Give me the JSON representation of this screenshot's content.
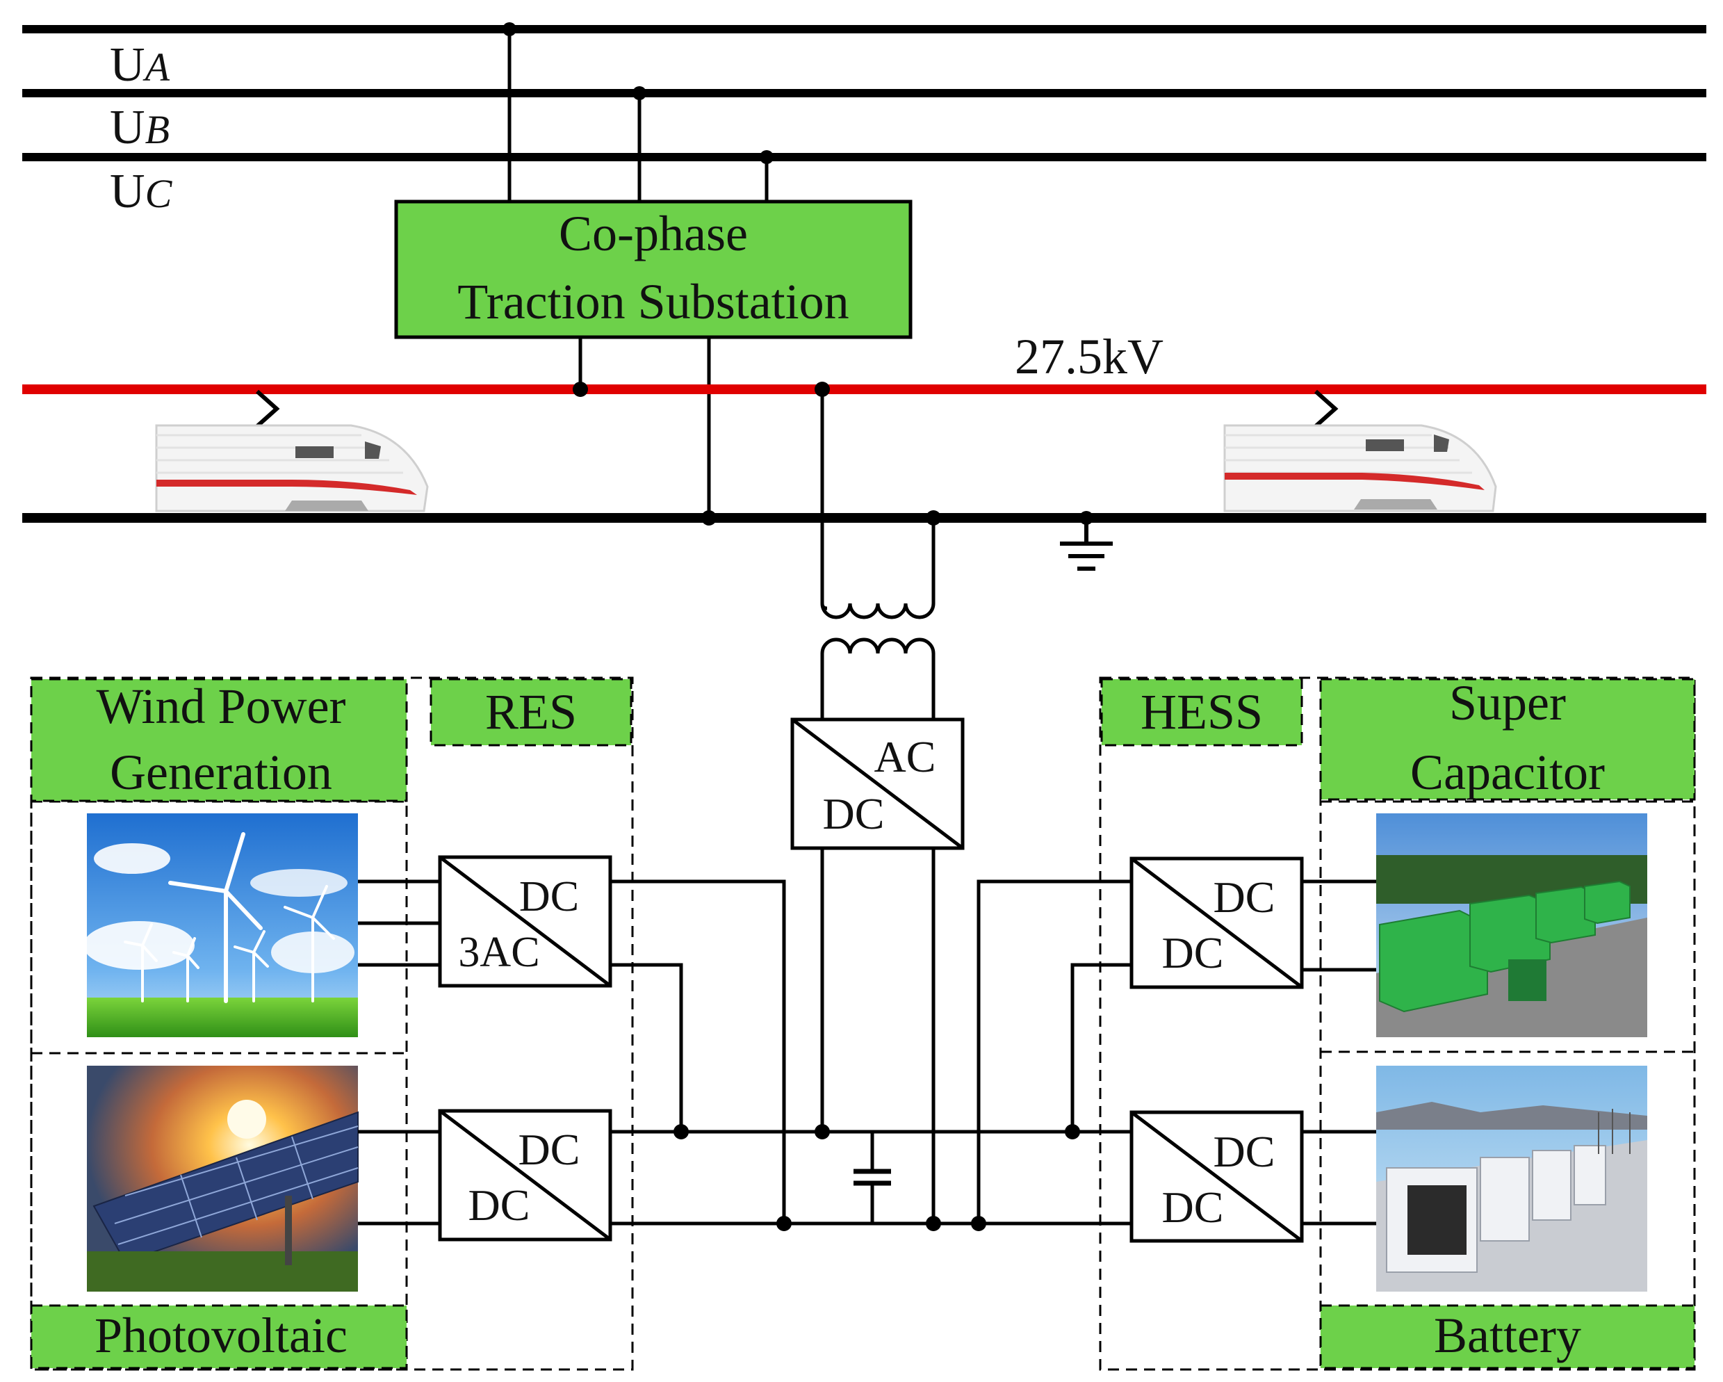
{
  "phases": [
    {
      "base": "U",
      "sub": "A"
    },
    {
      "base": "U",
      "sub": "B"
    },
    {
      "base": "U",
      "sub": "C"
    }
  ],
  "substation": {
    "line1": "Co-phase",
    "line2": "Traction Substation"
  },
  "voltage_label": "27.5kV",
  "res": {
    "title": "RES",
    "wind_label": {
      "line1": "Wind Power",
      "line2": "Generation"
    },
    "pv_label": "Photovoltaic",
    "conv_wind": {
      "top": "DC",
      "bottom": "3AC"
    },
    "conv_pv": {
      "top": "DC",
      "bottom": "DC"
    }
  },
  "center_converter": {
    "top": "AC",
    "bottom": "DC"
  },
  "hess": {
    "title": "HESS",
    "sc_label": {
      "line1": "Super",
      "line2": "Capacitor"
    },
    "battery_label": "Battery",
    "conv_sc": {
      "top": "DC",
      "bottom": "DC"
    },
    "conv_bat": {
      "top": "DC",
      "bottom": "DC"
    }
  },
  "colors": {
    "label_fill": "#6dd14a",
    "catenary": "#e00000",
    "line": "#000000"
  }
}
